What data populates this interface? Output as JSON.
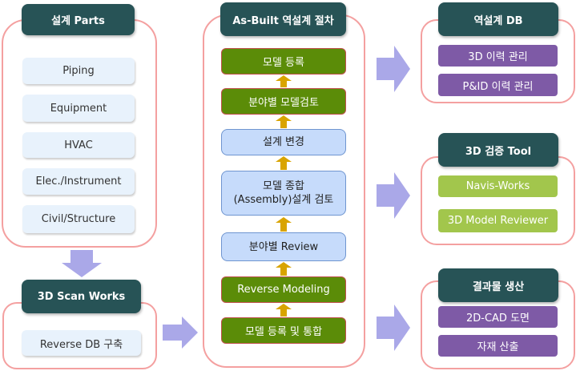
{
  "design_parts": {
    "title": "설계 Parts",
    "items": [
      "Piping",
      "Equipment",
      "HVAC",
      "Elec./Instrument",
      "Civil/Structure"
    ]
  },
  "scan_works": {
    "title": "3D Scan Works",
    "items": [
      "Reverse DB 구축"
    ]
  },
  "procedure": {
    "title": "As-Built 역설계 절차",
    "steps": [
      "모델 등록",
      "분야별 모델검토",
      "설계 변경",
      "모델 종합",
      "(Assembly)설계 검토",
      "분야별 Review",
      "Reverse Modeling",
      "모델 등록 및 통합"
    ]
  },
  "reverse_db": {
    "title": "역설계 DB",
    "items": [
      "3D 이력 관리",
      "P&ID 이력 관리"
    ]
  },
  "verify_tool": {
    "title": "3D 검증 Tool",
    "items": [
      "Navis-Works",
      "3D Model Reviewer"
    ]
  },
  "output": {
    "title": "결과물 생산",
    "items": [
      "2D-CAD 도면",
      "자재 산출"
    ]
  },
  "colors": {
    "header": "#275356",
    "border": "#f4a0a0",
    "arrow": "#aaa8e8",
    "gold": "#d9a400",
    "green": "#5b8c08",
    "purple": "#7e5aa6"
  }
}
